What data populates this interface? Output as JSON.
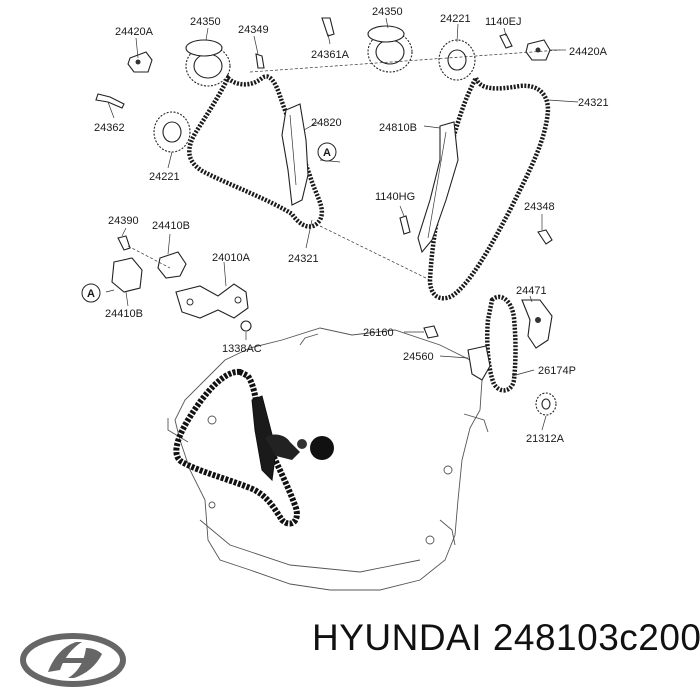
{
  "parts": {
    "p24420A_l": "24420A",
    "p24350_l": "24350",
    "p24349": "24349",
    "p24350_r": "24350",
    "p24221_r": "24221",
    "p1140EJ": "1140EJ",
    "p24361A": "24361A",
    "p24420A_r": "24420A",
    "p24362": "24362",
    "p24820": "24820",
    "p24321_r": "24321",
    "p24810B": "24810B",
    "p24221_l": "24221",
    "p1140HG": "1140HG",
    "p24348": "24348",
    "p24390": "24390",
    "p24410B_t": "24410B",
    "p24010A": "24010A",
    "p24321_l": "24321",
    "p24471": "24471",
    "p24410B_b": "24410B",
    "p1338AC": "1338AC",
    "p26160": "26160",
    "p24560": "24560",
    "p26174P": "26174P",
    "p21312A": "21312A"
  },
  "callouts": {
    "a1": "A",
    "a2": "A"
  },
  "brand": {
    "name": "HYUNDAI",
    "part_number": "248103c200"
  }
}
